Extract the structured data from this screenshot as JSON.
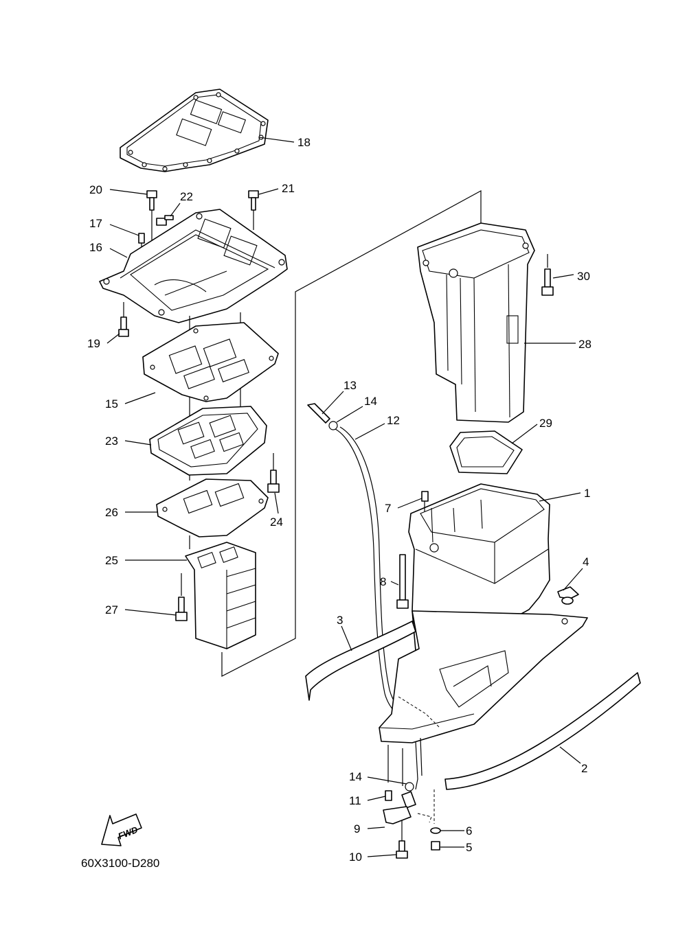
{
  "diagram_code": "60X3100-D280",
  "fwd_label": "FWD",
  "callouts": [
    "1",
    "2",
    "3",
    "4",
    "5",
    "6",
    "7",
    "8",
    "9",
    "10",
    "11",
    "12",
    "13",
    "14",
    "15",
    "16",
    "17",
    "18",
    "19",
    "20",
    "21",
    "22",
    "23",
    "24",
    "25",
    "26",
    "27",
    "28",
    "29",
    "30"
  ],
  "callout_14_repeat": "14"
}
